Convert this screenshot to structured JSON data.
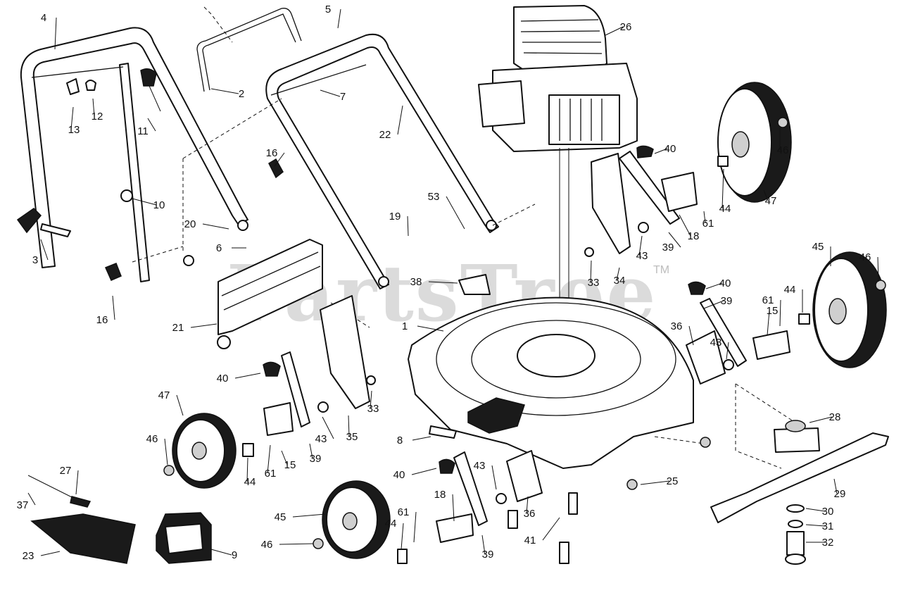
{
  "watermark": {
    "text": "PartsTree",
    "trademark": "TM"
  },
  "callouts": [
    {
      "n": "1"
    },
    {
      "n": "2"
    },
    {
      "n": "3"
    },
    {
      "n": "4"
    },
    {
      "n": "5"
    },
    {
      "n": "6"
    },
    {
      "n": "7"
    },
    {
      "n": "8"
    },
    {
      "n": "9"
    },
    {
      "n": "10"
    },
    {
      "n": "11"
    },
    {
      "n": "12"
    },
    {
      "n": "13"
    },
    {
      "n": "15"
    },
    {
      "n": "15"
    },
    {
      "n": "16"
    },
    {
      "n": "16"
    },
    {
      "n": "18"
    },
    {
      "n": "18"
    },
    {
      "n": "19"
    },
    {
      "n": "20"
    },
    {
      "n": "21"
    },
    {
      "n": "22"
    },
    {
      "n": "23"
    },
    {
      "n": "25"
    },
    {
      "n": "26"
    },
    {
      "n": "27"
    },
    {
      "n": "28"
    },
    {
      "n": "29"
    },
    {
      "n": "30"
    },
    {
      "n": "31"
    },
    {
      "n": "32"
    },
    {
      "n": "33"
    },
    {
      "n": "33"
    },
    {
      "n": "34"
    },
    {
      "n": "35"
    },
    {
      "n": "36"
    },
    {
      "n": "36"
    },
    {
      "n": "37"
    },
    {
      "n": "38"
    },
    {
      "n": "39"
    },
    {
      "n": "39"
    },
    {
      "n": "39"
    },
    {
      "n": "39"
    },
    {
      "n": "40"
    },
    {
      "n": "40"
    },
    {
      "n": "40"
    },
    {
      "n": "40"
    },
    {
      "n": "41"
    },
    {
      "n": "43"
    },
    {
      "n": "43"
    },
    {
      "n": "43"
    },
    {
      "n": "43"
    },
    {
      "n": "44"
    },
    {
      "n": "44"
    },
    {
      "n": "44"
    },
    {
      "n": "44"
    },
    {
      "n": "45"
    },
    {
      "n": "45"
    },
    {
      "n": "46"
    },
    {
      "n": "46"
    },
    {
      "n": "46"
    },
    {
      "n": "46"
    },
    {
      "n": "47"
    },
    {
      "n": "47"
    },
    {
      "n": "53"
    },
    {
      "n": "61"
    },
    {
      "n": "61"
    },
    {
      "n": "61"
    },
    {
      "n": "61"
    }
  ]
}
